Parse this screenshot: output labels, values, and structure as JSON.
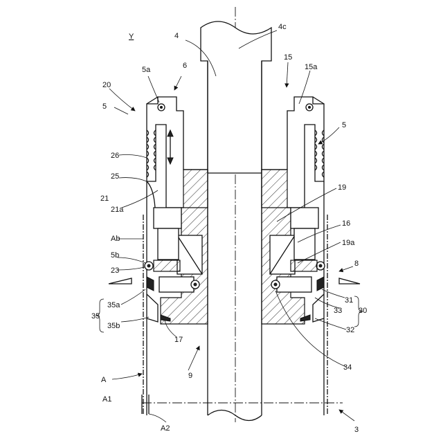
{
  "labels": {
    "y": "Y",
    "n4": "4",
    "n4c": "4c",
    "n6": "6",
    "n5a": "5a",
    "n20": "20",
    "n5_left": "5",
    "n26": "26",
    "n25": "25",
    "n21": "21",
    "n21a": "21a",
    "nAb": "Ab",
    "n5b": "5b",
    "n23": "23",
    "n35a": "35a",
    "n35": "35",
    "n35b": "35b",
    "n17": "17",
    "n9": "9",
    "nA": "A",
    "nA1": "A1",
    "nA2": "A2",
    "n15": "15",
    "n15a": "15a",
    "n5_right": "5",
    "n19": "19",
    "n16": "16",
    "n19a": "19a",
    "n8": "8",
    "n31": "31",
    "n33": "33",
    "n30": "30",
    "n32": "32",
    "n34": "34",
    "n3": "3"
  }
}
